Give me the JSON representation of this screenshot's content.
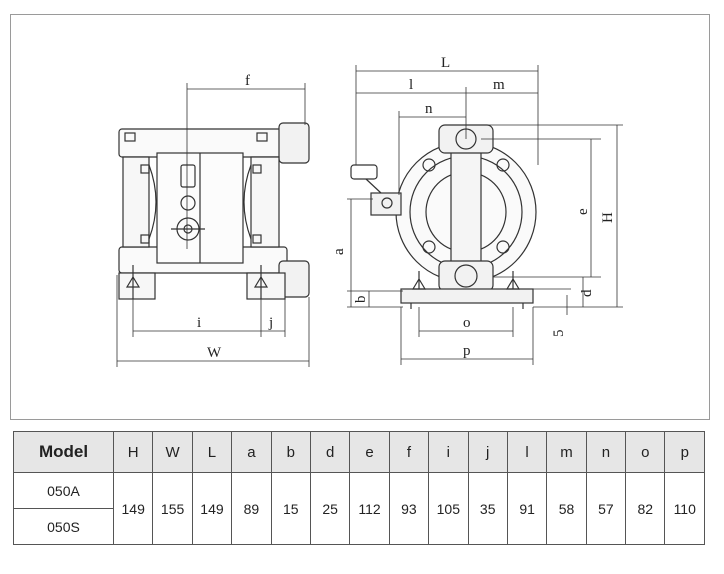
{
  "drawing": {
    "dimension_labels": {
      "f": "f",
      "i": "i",
      "j": "j",
      "W": "W",
      "L": "L",
      "l": "l",
      "m": "m",
      "n": "n",
      "a": "a",
      "b": "b",
      "e": "e",
      "H": "H",
      "d": "d",
      "o": "o",
      "p": "p",
      "five": "5"
    }
  },
  "table": {
    "headers": [
      "Model",
      "H",
      "W",
      "L",
      "a",
      "b",
      "d",
      "e",
      "f",
      "i",
      "j",
      "l",
      "m",
      "n",
      "o",
      "p"
    ],
    "models": [
      "050A",
      "050S"
    ],
    "values": [
      "149",
      "155",
      "149",
      "89",
      "15",
      "25",
      "112",
      "93",
      "105",
      "35",
      "91",
      "58",
      "57",
      "82",
      "110"
    ]
  },
  "colors": {
    "line": "#333333",
    "header_bg": "#e6e6e6",
    "frame": "#9a9a9a"
  }
}
